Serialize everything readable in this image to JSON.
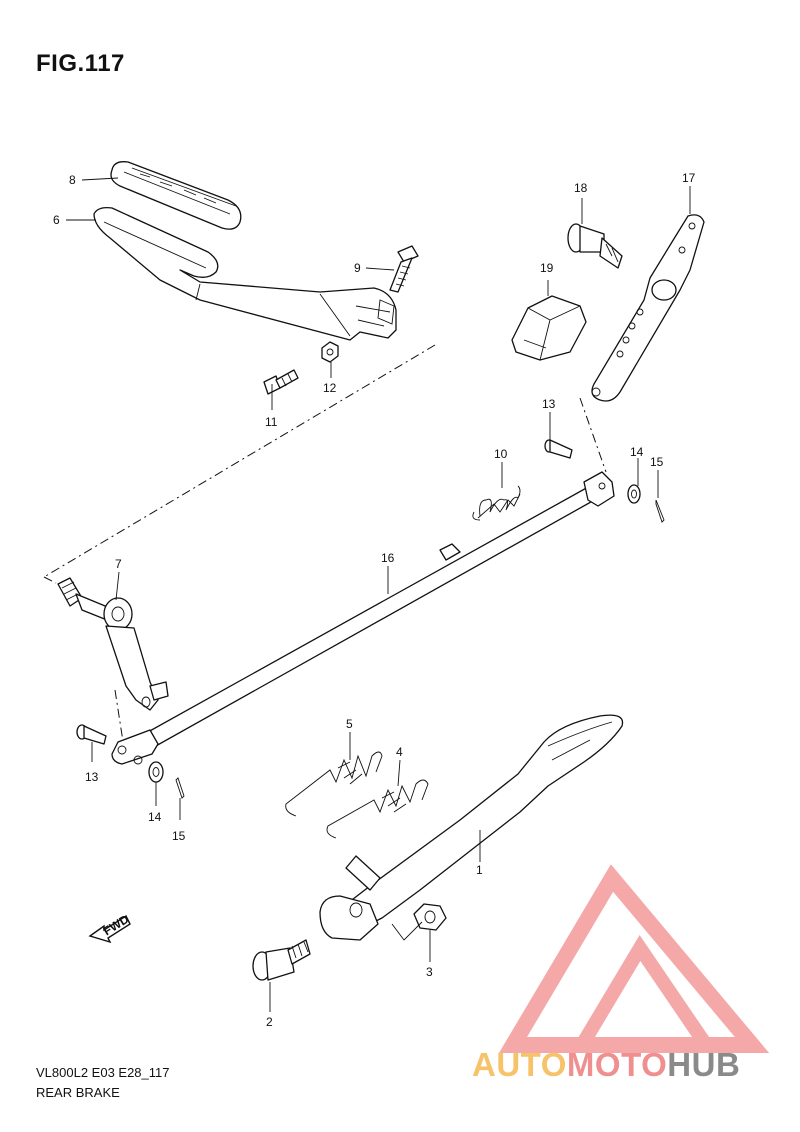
{
  "figure": {
    "title": "FIG.117"
  },
  "footer": {
    "model_code": "VL800L2 E03 E28_117",
    "section_title": "REAR BRAKE"
  },
  "fwd_label": "FWD",
  "callouts": {
    "c1": "1",
    "c2": "2",
    "c3": "3",
    "c4": "4",
    "c5": "5",
    "c6": "6",
    "c7": "7",
    "c8": "8",
    "c9": "9",
    "c10": "10",
    "c11": "11",
    "c12": "12",
    "c13a": "13",
    "c13b": "13",
    "c14a": "14",
    "c14b": "14",
    "c15a": "15",
    "c15b": "15",
    "c16": "16",
    "c17": "17",
    "c18": "18",
    "c19": "19"
  },
  "watermark": {
    "part1": "AUTO",
    "part2": "MOTO",
    "part3": "HUB",
    "colors": {
      "yellow": "#f6c36a",
      "red": "#f08f8f",
      "gray": "#8a8a8a"
    }
  }
}
